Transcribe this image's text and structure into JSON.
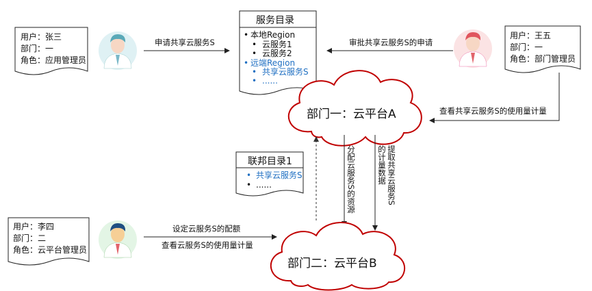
{
  "users": {
    "zhangsan": {
      "user_line": "用户：张三",
      "dept_line": "部门：一",
      "role_line": "角色：应用管理员"
    },
    "wangwu": {
      "user_line": "用户：王五",
      "dept_line": "部门：一",
      "role_line": "角色：部门管理员"
    },
    "lisi": {
      "user_line": "用户：李四",
      "dept_line": "部门：二",
      "role_line": "角色：云平台管理员"
    }
  },
  "service_catalog": {
    "title": "服务目录",
    "local_region": "本地Region",
    "service1": "云服务1",
    "service2": "云服务2",
    "remote_region": "远端Region",
    "shared_service": "共享云服务S",
    "ellipsis": "......"
  },
  "federation_catalog": {
    "title": "联邦目录1",
    "shared_service": "共享云服务S",
    "ellipsis": "......"
  },
  "clouds": {
    "cloud_a": "部门一：云平台A",
    "cloud_b": "部门二：云平台B"
  },
  "arrows": {
    "apply": "申请共享云服务S",
    "approve": "审批共享云服务S的申请",
    "view_usage_a": "查看共享云服务S的使用量计量",
    "configure": "设定云服务S的配额",
    "view_usage_b": "查看云服务S的使用量计量",
    "allocate_vertical": "分配云服务S的资源",
    "extract_col1": "提取共享云服务S",
    "extract_col2": "的计量数据"
  },
  "icons": {
    "zhangsan_avatar": "user-avatar-teal",
    "wangwu_avatar": "user-avatar-red",
    "lisi_avatar": "user-avatar-green"
  },
  "colors": {
    "cloud_outline": "#c00000",
    "highlight_text": "#1f6fc2",
    "avatar_teal": "#8ed3dc",
    "avatar_red": "#f3b7b9",
    "avatar_green": "#a9dfb0"
  }
}
